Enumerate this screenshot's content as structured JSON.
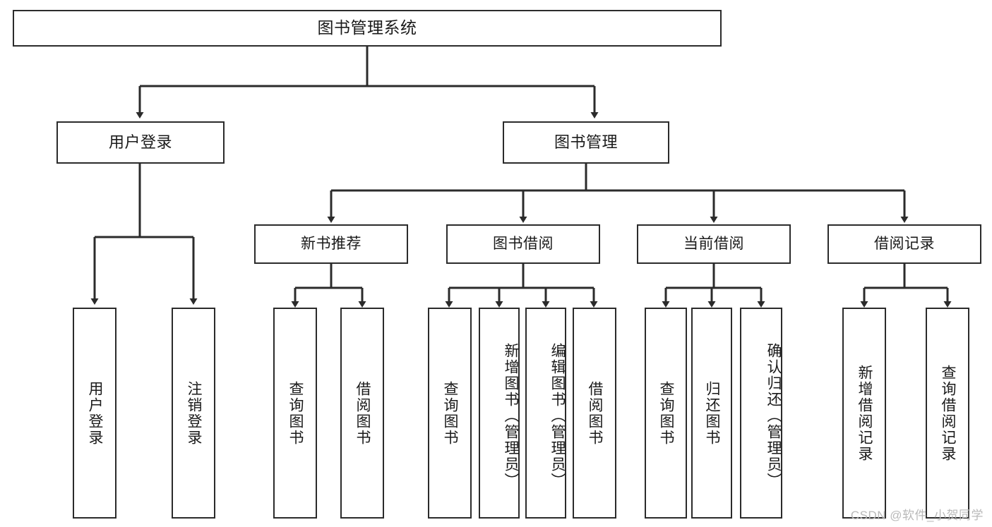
{
  "diagram": {
    "type": "tree-hierarchy-diagram",
    "title": "图书管理系统",
    "watermark": "CSDN @软件_小贺同学",
    "colors": {
      "stroke": "#2b2b2b",
      "fill": "#ffffff",
      "text": "#1a1a1a",
      "watermark": "#b9b9b9"
    },
    "root": {
      "label": "图书管理系统"
    },
    "level1": [
      {
        "label": "用户登录"
      },
      {
        "label": "图书管理"
      }
    ],
    "level2": [
      {
        "label": "新书推荐"
      },
      {
        "label": "图书借阅"
      },
      {
        "label": "当前借阅"
      },
      {
        "label": "借阅记录"
      }
    ],
    "leaves": {
      "user_login": [
        {
          "label": "用户登录"
        },
        {
          "label": "注销登录"
        }
      ],
      "new_book_recommend": [
        {
          "label": "查询图书"
        },
        {
          "label": "借阅图书"
        }
      ],
      "book_borrow": [
        {
          "label": "查询图书"
        },
        {
          "label": "新增图书（管理员）"
        },
        {
          "label": "编辑图书（管理员）"
        },
        {
          "label": "借阅图书"
        }
      ],
      "current_borrow": [
        {
          "label": "查询图书"
        },
        {
          "label": "归还图书"
        },
        {
          "label": "确认归还（管理员）"
        }
      ],
      "borrow_record": [
        {
          "label": "新增借阅记录"
        },
        {
          "label": "查询借阅记录"
        }
      ]
    }
  }
}
